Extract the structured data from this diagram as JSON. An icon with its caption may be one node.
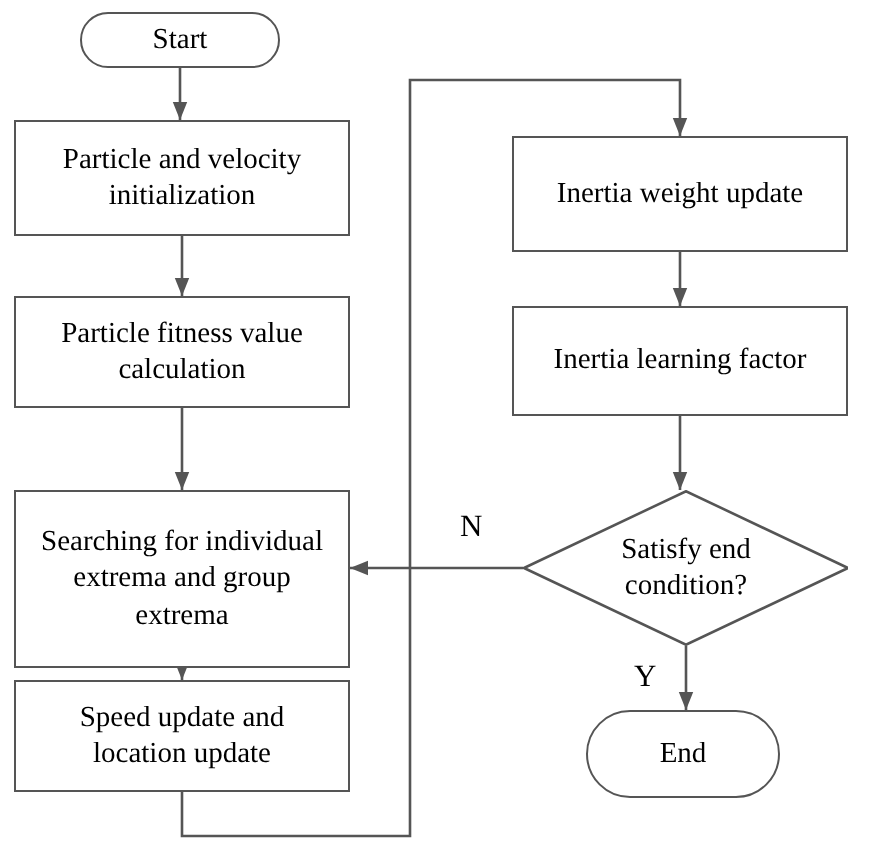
{
  "diagram": {
    "nodes": [
      {
        "text": [
          "Start"
        ]
      },
      {
        "text": [
          "Particle and velocity initialization"
        ]
      },
      {
        "text": [
          "Particle fitness value calculation"
        ]
      },
      {
        "text": [
          "Searching for individual extrema and group extrema"
        ]
      },
      {
        "text": [
          "Speed update and location update"
        ]
      },
      {
        "text": [
          "Inertia weight update"
        ]
      },
      {
        "text": [
          "Inertia learning factor"
        ]
      },
      {
        "text": [
          "Satisfy end condition?"
        ]
      },
      {
        "text": [
          "End"
        ]
      }
    ],
    "edges": [
      {
        "from": 0,
        "to": 1,
        "arrow": "to"
      },
      {
        "from": 1,
        "to": 2,
        "arrow": "to"
      },
      {
        "from": 2,
        "to": 3,
        "arrow": "to"
      },
      {
        "from": 3,
        "to": 4,
        "arrow": "to"
      },
      {
        "from": 4,
        "to": 5,
        "arrow": "to"
      },
      {
        "from": 5,
        "to": 6,
        "arrow": "to"
      },
      {
        "from": 6,
        "to": 7,
        "arrow": "to"
      },
      {
        "from": 7,
        "to": 3,
        "arrow": "to",
        "label": "N"
      },
      {
        "from": 7,
        "to": 8,
        "arrow": "to",
        "label": "Y"
      }
    ]
  }
}
